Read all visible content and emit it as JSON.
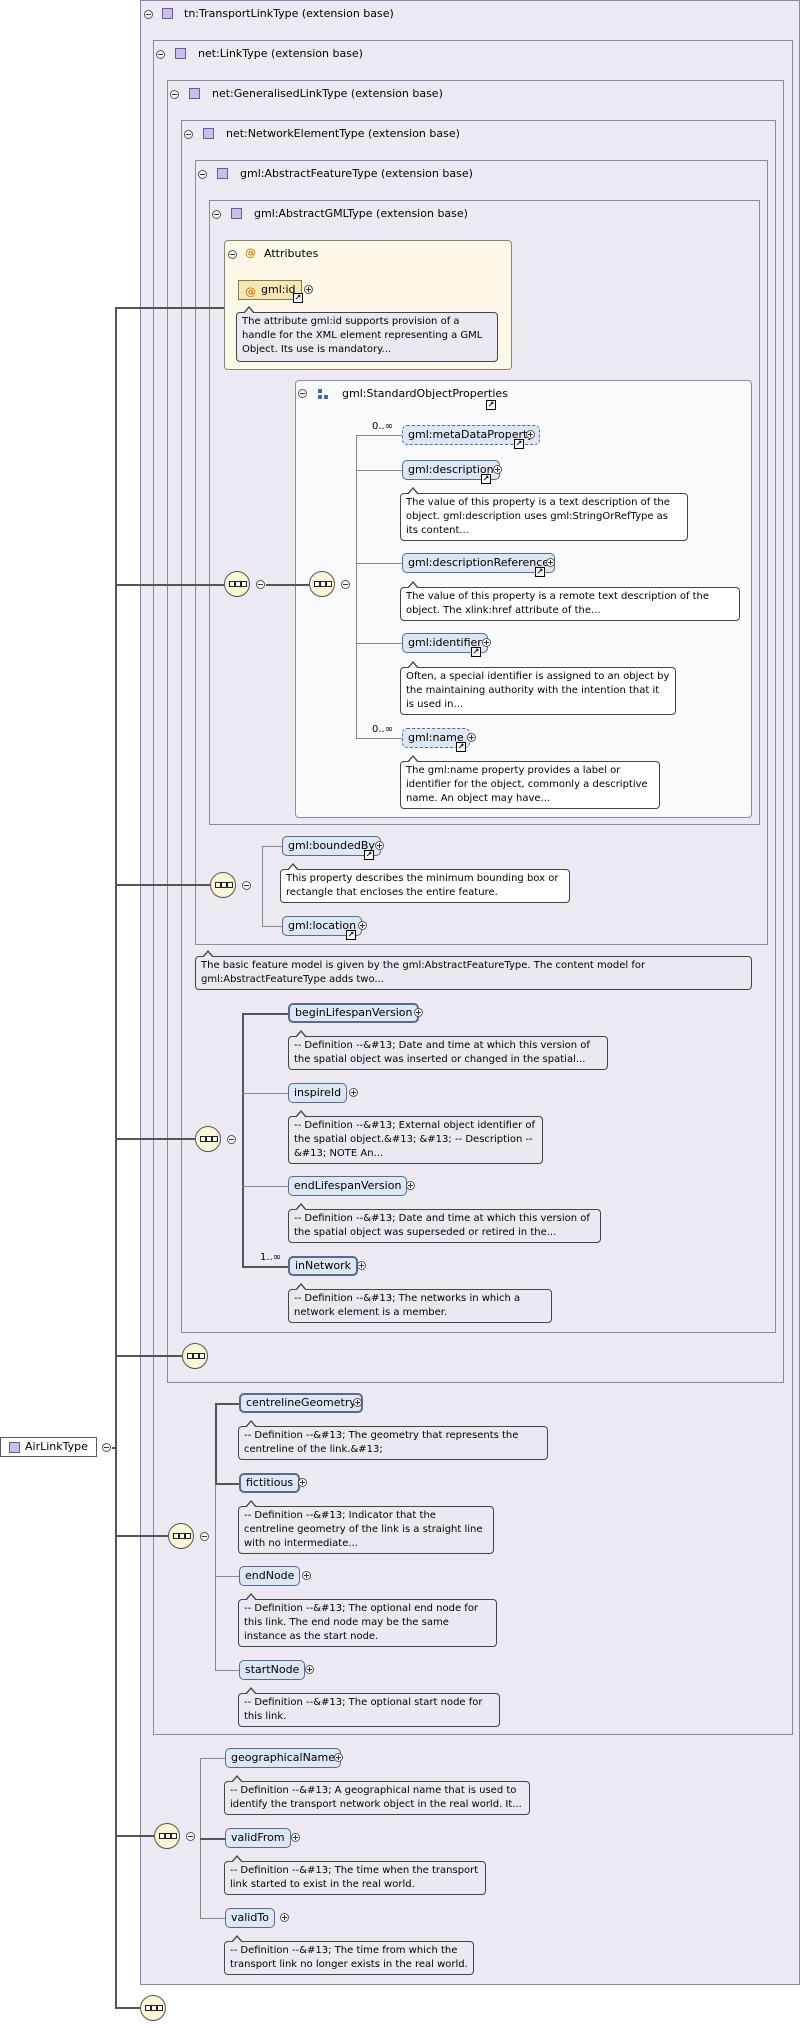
{
  "types": {
    "transport_link": "tn:TransportLinkType (extension base)",
    "link": "net:LinkType (extension base)",
    "generalised_link": "net:GeneralisedLinkType (extension base)",
    "network_element": "net:NetworkElementType (extension base)",
    "abstract_feature": "gml:AbstractFeatureType (extension base)",
    "abstract_gml": "gml:AbstractGMLType (extension base)"
  },
  "attributes": {
    "title": "Attributes",
    "id_label": "gml:id",
    "id_doc": "The attribute gml:id supports provision of a handle for the XML element representing a GML Object. Its use is mandatory..."
  },
  "standard_object_properties": {
    "title": "gml:StandardObjectProperties",
    "elements": [
      {
        "label": "gml:metaDataProperty",
        "mult": "0..∞"
      },
      {
        "label": "gml:description",
        "doc": "The value of this property is a text description of the object. gml:description uses gml:StringOrRefType as its content..."
      },
      {
        "label": "gml:descriptionReference",
        "doc": "The value of this property is a remote text description of the object. The xlink:href attribute of the..."
      },
      {
        "label": "gml:identifier",
        "doc": "Often, a special identifier is assigned to an object by the maintaining authority with the intention that it is used in..."
      },
      {
        "label": "gml:name",
        "mult": "0..∞",
        "doc": "The gml:name property provides a label or identifier for the object, commonly a descriptive name. An object may have..."
      }
    ]
  },
  "feature_elements": {
    "bounded_by": "gml:boundedBy",
    "bounded_by_doc": "This property describes the minimum bounding box or rectangle that encloses the entire feature.",
    "location": "gml:location",
    "feature_doc": "The basic feature model is given by the gml:AbstractFeatureType. The content model for gml:AbstractFeatureType adds two..."
  },
  "network_element_items": [
    {
      "label": "beginLifespanVersion",
      "doc": "-- Definition --&#13; Date and time at which this version of the spatial object was inserted or changed in the spatial..."
    },
    {
      "label": "inspireId",
      "doc": "-- Definition --&#13; External object identifier of the spatial object.&#13; &#13; -- Description --&#13; NOTE An..."
    },
    {
      "label": "endLifespanVersion",
      "doc": "-- Definition --&#13; Date and time at which this version of the spatial object was superseded or retired in the..."
    },
    {
      "label": "inNetwork",
      "mult": "1..∞",
      "doc": "-- Definition --&#13; The networks in which a network element is a member."
    }
  ],
  "link_items": [
    {
      "label": "centrelineGeometry",
      "doc": "-- Definition --&#13; The geometry that represents the centreline of the link.&#13;"
    },
    {
      "label": "fictitious",
      "doc": "-- Definition --&#13; Indicator that the centreline geometry of the link is a straight line with no intermediate..."
    },
    {
      "label": "endNode",
      "doc": "-- Definition --&#13; The optional end node for this link. The end node may be the same instance as the start node."
    },
    {
      "label": "startNode",
      "doc": "-- Definition --&#13; The optional start node for this link."
    }
  ],
  "transport_items": [
    {
      "label": "geographicalName",
      "doc": "-- Definition --&#13; A geographical name that is used to identify the transport network object in the real world. It..."
    },
    {
      "label": "validFrom",
      "doc": "-- Definition --&#13; The time when the transport link started to exist in the real world."
    },
    {
      "label": "validTo",
      "doc": "-- Definition --&#13; The time from which the transport link no longer exists in the real world."
    }
  ],
  "root": "AirLinkType"
}
